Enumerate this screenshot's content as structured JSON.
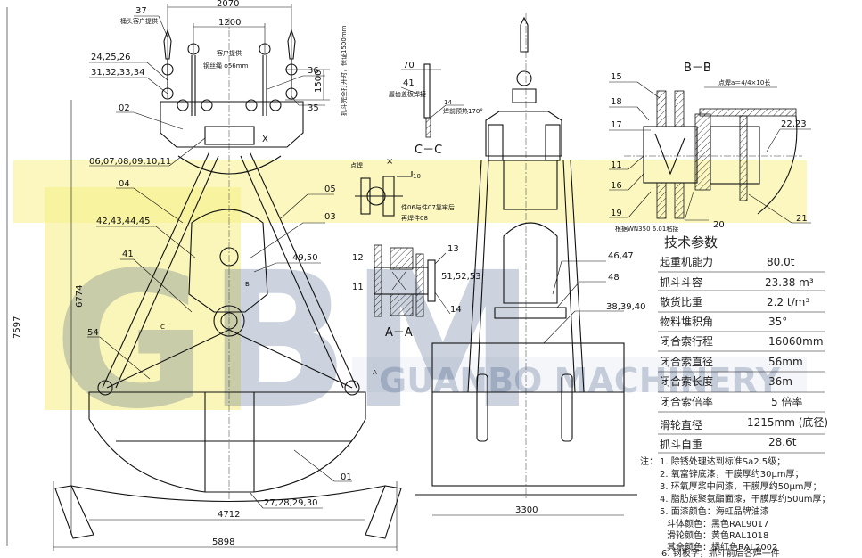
{
  "dimensions": {
    "d2070": "2070",
    "d1200": "1200",
    "d1500": "1500",
    "d7597": "7597",
    "d6774": "6774",
    "d4712": "4712",
    "d5898": "5898",
    "d3300": "3300",
    "d70": "70",
    "d10": "10",
    "d14": "14"
  },
  "labels": {
    "p37": "37",
    "p37_note": "桶头客户提供",
    "p24": "24,25,26",
    "p31": "31,32,33,34",
    "p02": "02",
    "p06": "06,07,08,09,10,11",
    "p04": "04",
    "p05": "05",
    "p03": "03",
    "p42": "42,43,44,45",
    "p41": "41",
    "p49": "49,50",
    "p54": "54",
    "p01": "01",
    "p27": "27,28,29,30",
    "p36": "36",
    "p35": "35",
    "customer": "客户提供",
    "rope": "钢丝绳 φ56mm",
    "x_mark": "X",
    "open_note": "抓斗完全打开时，保证1500mm",
    "cc_41": "41",
    "cc_note1": "履齿盖板焊接",
    "cc_note2": "焊前预热170°",
    "cc_title": "C－C",
    "spot_weld": "点焊",
    "weld_note1": "件06与件07靠牢后",
    "weld_note2": "再焊件08",
    "aa_12": "12",
    "aa_11": "11",
    "aa_13": "13",
    "aa_51": "51,52,53",
    "aa_14": "14",
    "aa_title": "A－A",
    "p46": "46,47",
    "p48": "48",
    "p38": "38,39,40",
    "bb_title": "B－B",
    "bb_15": "15",
    "bb_18": "18",
    "bb_17": "17",
    "bb_11": "11",
    "bb_16": "16",
    "bb_19": "19",
    "bb_20": "20",
    "bb_21": "21",
    "bb_22": "22,23",
    "bb_weld": "点焊a＝4/4×10长",
    "bb_note": "根据WN350 6.01粘接",
    "mark_a": "A",
    "mark_b": "B",
    "mark_c": "C"
  },
  "specs": {
    "title": "技术参数",
    "rows": [
      {
        "name": "起重机能力",
        "value": "80.0t"
      },
      {
        "name": "抓斗斗容",
        "value": "23.38 m³"
      },
      {
        "name": "散货比重",
        "value": "2.2 t/m³"
      },
      {
        "name": "物料堆积角",
        "value": "35°"
      },
      {
        "name": "闭合索行程",
        "value": "16060mm"
      },
      {
        "name": "闭合索直径",
        "value": "56mm"
      },
      {
        "name": "闭合索长度",
        "value": "36m"
      },
      {
        "name": "闭合索倍率",
        "value": "5  倍率"
      },
      {
        "name": "滑轮直径",
        "value": "1215mm (底径)"
      },
      {
        "name": "抓斗自重",
        "value": "28.6t"
      }
    ]
  },
  "notes": {
    "prefix": "注：",
    "lines": [
      "1. 除锈处理达到标准Sa2.5级；",
      "2. 氧富锌底漆，干膜厚约30μm厚；",
      "3. 环氧厚浆中间漆，干膜厚约50μm厚；",
      "4. 脂肪族聚氨酯面漆，干膜厚约50um厚；",
      "5. 面漆颜色：海虹品牌油漆",
      "斗体颜色：黑色RAL9017",
      "滑轮颜色：黄色RAL1018",
      "其余颜色：橘红色RAL2002",
      "6. 钢板字，抓斗前后各焊一件"
    ]
  },
  "watermark": {
    "logo": "GBM",
    "text": "GUANBO MACHINERY",
    "band_color": "#f7f08a",
    "logo_color": "#1d3b6e"
  }
}
